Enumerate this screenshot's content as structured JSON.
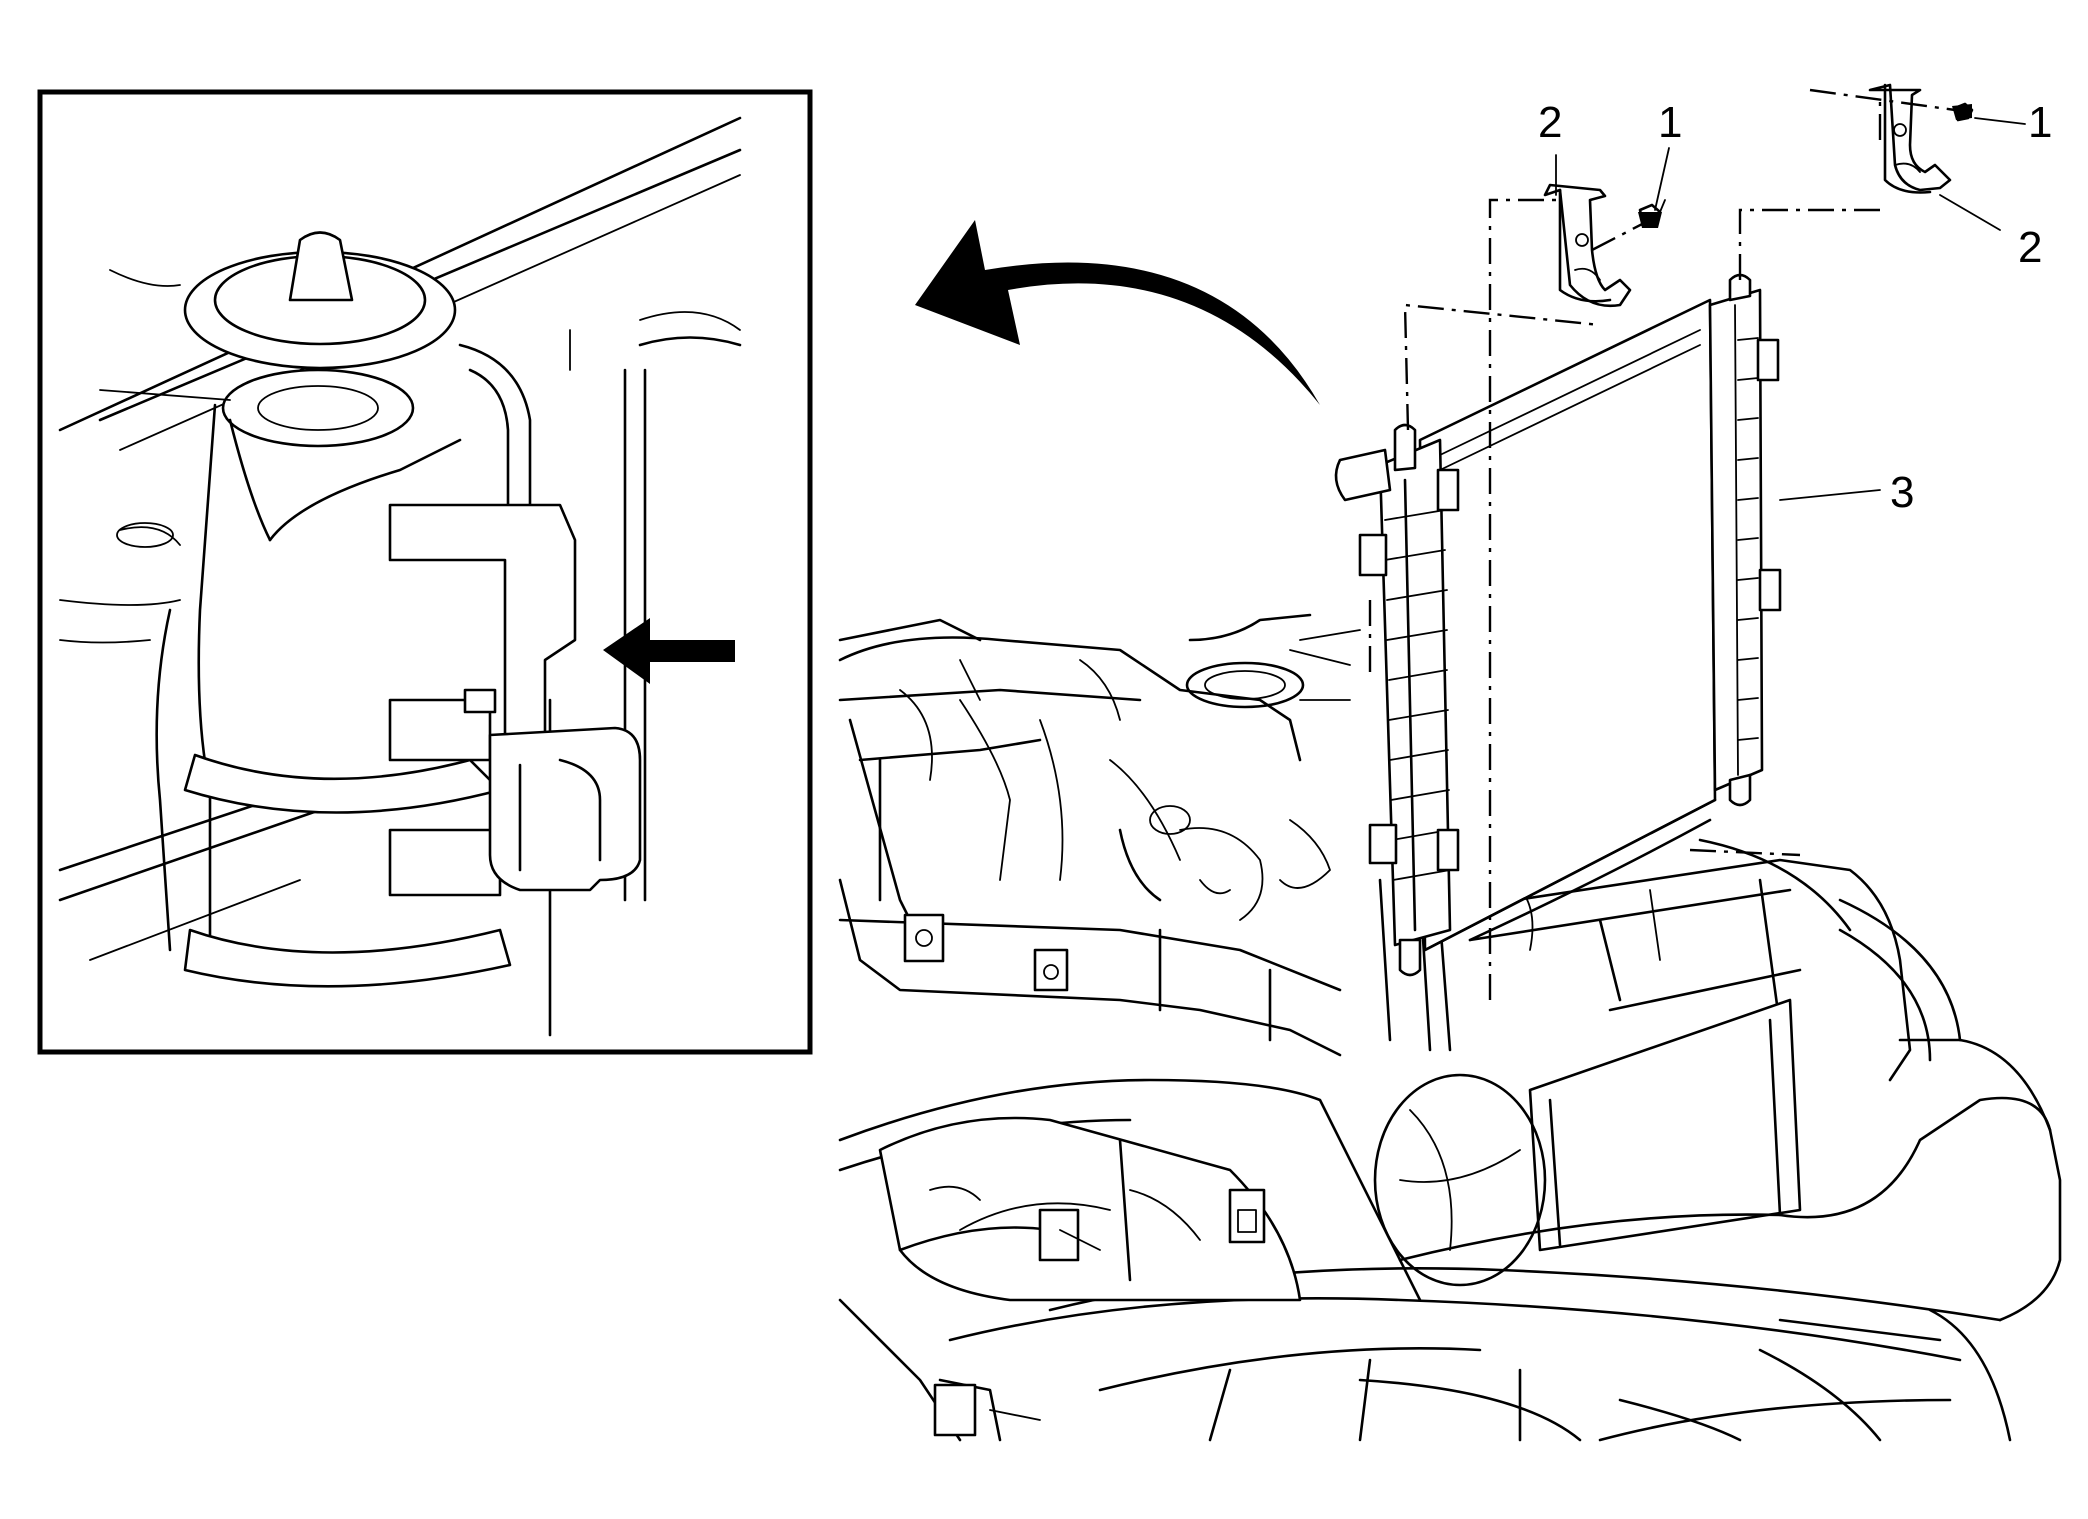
{
  "callouts": {
    "fastener_left": "1",
    "bracket_left": "2",
    "fastener_right": "1",
    "bracket_right": "2",
    "radiator": "3"
  }
}
